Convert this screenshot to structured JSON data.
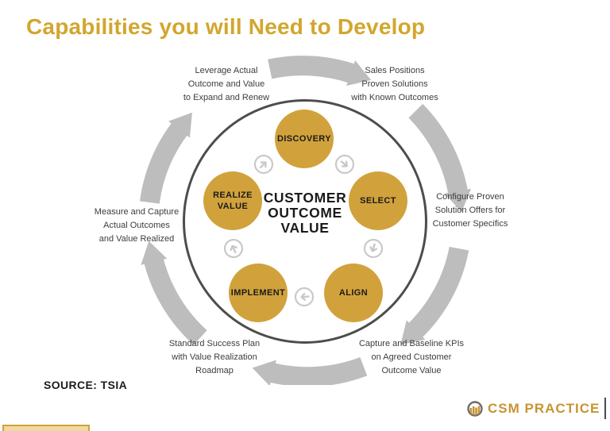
{
  "title": "Capabilities you will Need to Develop",
  "center": {
    "label": "CUSTOMER\nOUTCOME\nVALUE"
  },
  "stages": [
    {
      "id": "discovery",
      "label": "DISCOVERY"
    },
    {
      "id": "select",
      "label": "SELECT"
    },
    {
      "id": "align",
      "label": "ALIGN"
    },
    {
      "id": "implement",
      "label": "IMPLEMENT"
    },
    {
      "id": "realize-value",
      "label": "REALIZE\nVALUE"
    }
  ],
  "annotations": [
    {
      "position": "top-left",
      "text": "Leverage Actual\nOutcome and Value\nto Expand and Renew"
    },
    {
      "position": "top-right",
      "text": "Sales Positions\nProven Solutions\nwith Known Outcomes"
    },
    {
      "position": "right",
      "text": "Configure Proven\nSolution Offers for\nCustomer Specifics"
    },
    {
      "position": "bottom-right",
      "text": "Capture and Baseline KPIs\non Agreed Customer\nOutcome Value"
    },
    {
      "position": "bottom-left",
      "text": "Standard Success Plan\nwith Value Realization\nRoadmap"
    },
    {
      "position": "left",
      "text": "Measure and Capture\nActual Outcomes\nand Value Realized"
    }
  ],
  "source": "SOURCE: TSIA",
  "logo": {
    "text": "CSM PRACTICE"
  },
  "colors": {
    "title_gold": "#D2A62E",
    "gold": "#D1A23C",
    "logo_gold": "#C79434",
    "arrow_gray": "#BDBDBD",
    "icon_gray": "#C9C9C9",
    "ring_gray": "#4D4D4D"
  }
}
